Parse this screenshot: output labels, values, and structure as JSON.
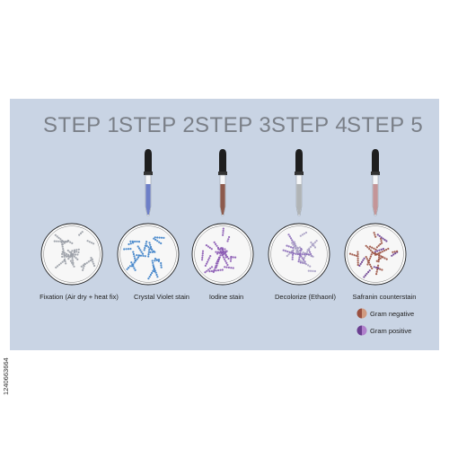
{
  "steps": [
    {
      "title": "STEP 1",
      "label": "Fixation (Air dry + heat fix)",
      "dish_color": "#9a9ea6",
      "liquid": null
    },
    {
      "title": "STEP 2",
      "label": "Crystal Violet stain",
      "dish_color": "#3b7fc8",
      "liquid": "#6d7fc8"
    },
    {
      "title": "STEP 3",
      "label": "Iodine stain",
      "dish_color": "#8a59b2",
      "liquid": "#8d5a4c"
    },
    {
      "title": "STEP 4",
      "label": "Decolorize (Ethaonl)",
      "dish_color": "#8c7bb0",
      "liquid": "#b0b4b6"
    },
    {
      "title": "STEP 5",
      "label": "Safranin counterstain",
      "dish_color": "#b07060",
      "liquid": "#c49598"
    }
  ],
  "legend": [
    {
      "label": "Gram negative",
      "color_left": "#9a5040",
      "color_right": "#d09a80"
    },
    {
      "label": "Gram positive",
      "color_left": "#6a3f90",
      "color_right": "#b080cc"
    }
  ],
  "side_id": "1240663664"
}
